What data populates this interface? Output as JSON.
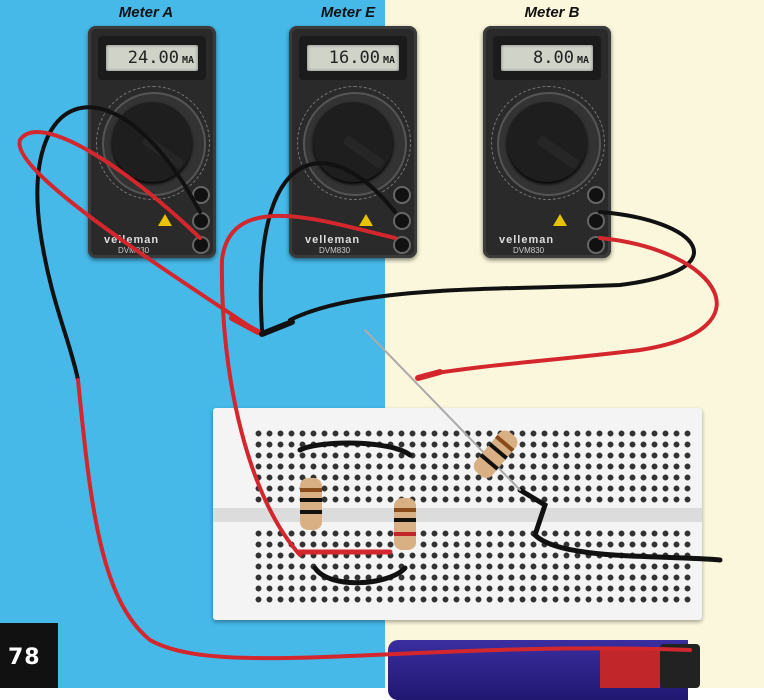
{
  "colors": {
    "background_left": "#46b9e9",
    "background_right": "#fbf7dc",
    "wire_red": "#d3272d",
    "wire_black": "#111111",
    "meter_body": "#2a2a2b"
  },
  "meters": [
    {
      "label": "Meter A",
      "reading": "24.00",
      "unit": "MA",
      "brand": "velleman",
      "model": "DVM830"
    },
    {
      "label": "Meter E",
      "reading": "16.00",
      "unit": "MA",
      "brand": "velleman",
      "model": "DVM830"
    },
    {
      "label": "Meter B",
      "reading": "8.00",
      "unit": "MA",
      "brand": "velleman",
      "model": "DVM830"
    }
  ],
  "page": {
    "number": "78"
  }
}
